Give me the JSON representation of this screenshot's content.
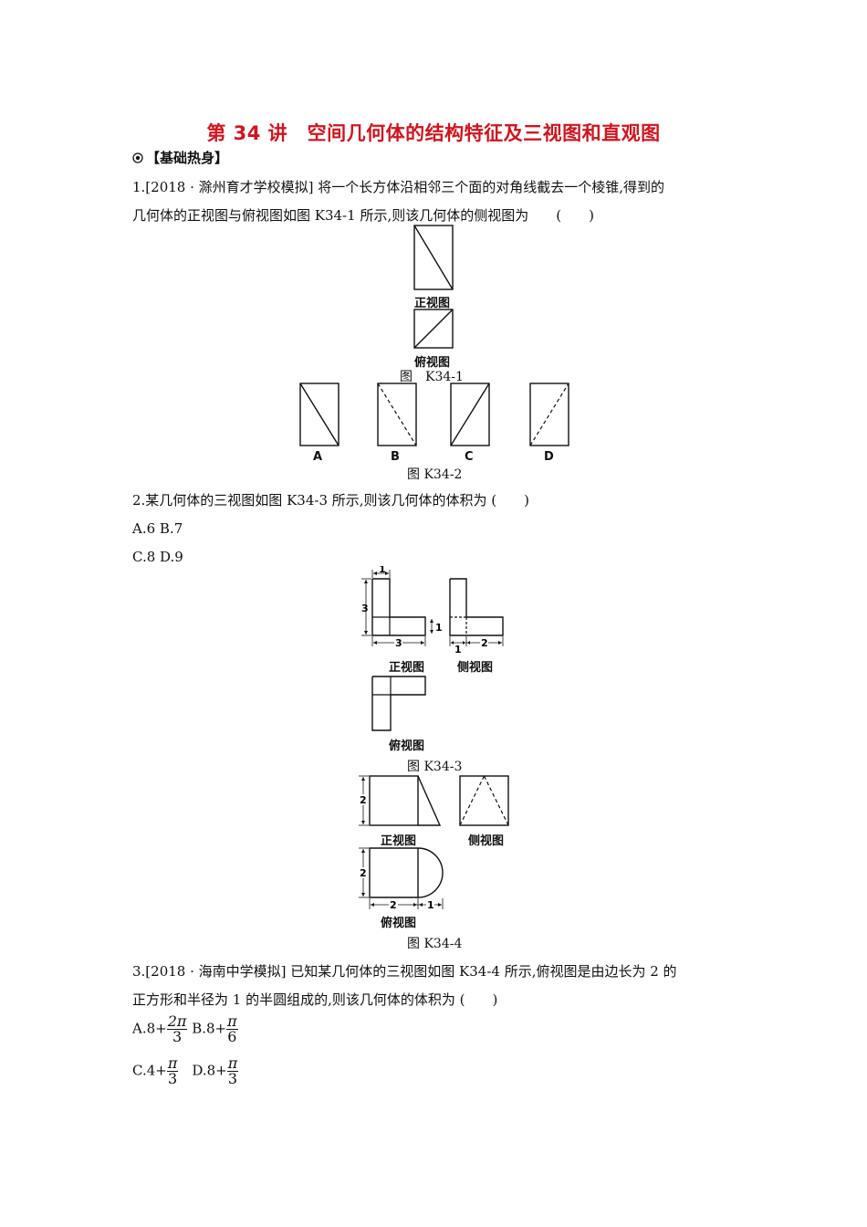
{
  "title": "第 34 讲　空间几何体的结构特征及三视图和直观图",
  "section": "【基础热身】",
  "section_icon": "bullseye-icon",
  "q1": {
    "line1": "1.[2018 · 滁州育才学校模拟] 将一个长方体沿相邻三个面的对角线截去一个棱锥,得到的",
    "line2": "几何体的正视图与俯视图如图 K34-1 所示,则该几何体的侧视图为　　(　　)",
    "front_label": "正视图",
    "top_label": "俯视图",
    "fig1_caption": "图　K34-1",
    "options": [
      "A",
      "B",
      "C",
      "D"
    ],
    "fig2_caption": "图 K34-2"
  },
  "q2": {
    "stem": "2.某几何体的三视图如图 K34-3 所示,则该几何体的体积为 (　　)",
    "opt_line1": "A.6 B.7",
    "opt_line2": "C.8 D.9",
    "dim_1": "1",
    "dim_3": "3",
    "dim_1b": "1",
    "dim_3b": "3",
    "dim_1c": "1",
    "dim_2": "2",
    "front_label": "正视图",
    "side_label": "侧视图",
    "top_label": "俯视图",
    "caption": "图 K34-3"
  },
  "fig4": {
    "dim_2a": "2",
    "dim_2b": "2",
    "dim_2c": "2",
    "dim_1": "1",
    "front_label": "正视图",
    "side_label": "侧视图",
    "top_label": "俯视图",
    "caption": "图 K34-4"
  },
  "q3": {
    "line1": "3.[2018 · 海南中学模拟] 已知某几何体的三视图如图 K34-4 所示,俯视图是由边长为 2 的",
    "line2": "正方形和半径为 1 的半圆组成的,则该几何体的体积为 (　　)",
    "a_prefix": "A.8+",
    "a_num": "2π",
    "a_den": "3",
    "b_prefix": " B.8+",
    "b_num": "π",
    "b_den": "6",
    "c_prefix": "C.4+",
    "c_num": "π",
    "c_den": "3",
    "d_prefix": "　D.8+",
    "d_num": "π",
    "d_den": "3"
  }
}
